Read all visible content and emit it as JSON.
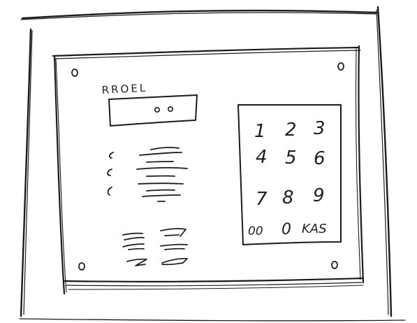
{
  "panel": {
    "label": "RROEL"
  },
  "keypad": {
    "rows": [
      [
        "1",
        "2",
        "3"
      ],
      [
        "4",
        "5",
        "6"
      ],
      [
        "7",
        "8",
        "9"
      ]
    ],
    "bottom_row": [
      "00",
      "0",
      "KAS"
    ]
  },
  "colors": {
    "ink": "#1b1b1b",
    "paper": "#ffffff"
  }
}
